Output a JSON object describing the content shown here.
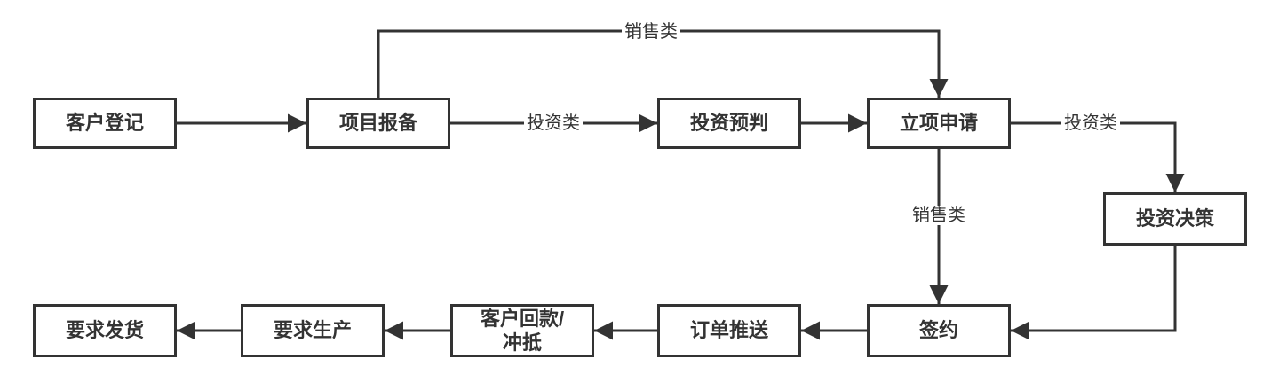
{
  "flowchart": {
    "nodes": {
      "customer_registration": "客户登记",
      "project_filing": "项目报备",
      "investment_prejudgment": "投资预判",
      "project_initiation_application": "立项申请",
      "investment_decision": "投资决策",
      "signing": "签约",
      "order_push": "订单推送",
      "customer_payment_offset": "客户回款/\n冲抵",
      "production_request": "要求生产",
      "shipping_request": "要求发货"
    },
    "edge_labels": {
      "sales_type_top": "销售类",
      "investment_type_mid": "投资类",
      "investment_type_right": "投资类",
      "sales_type_down": "销售类"
    },
    "colors": {
      "line": "#333333",
      "node_border": "#333333",
      "node_background": "#ffffff",
      "text": "#333333",
      "canvas_background": "#ffffff"
    }
  }
}
